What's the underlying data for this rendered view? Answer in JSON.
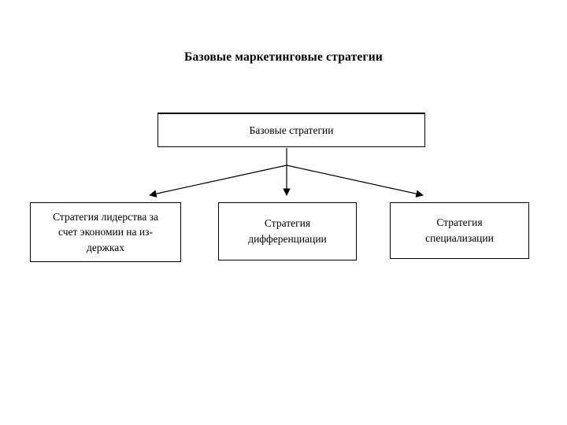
{
  "title": "Базовые маркетинговые стратегии",
  "diagram": {
    "root": {
      "label": "Базовые стратегии"
    },
    "children": [
      {
        "lines": [
          "Стратегия лидерства за",
          "счет экономии на из-",
          "держках"
        ]
      },
      {
        "lines": [
          "Стратегия",
          "дифференциации"
        ]
      },
      {
        "lines": [
          "Стратегия",
          "специализации"
        ]
      }
    ],
    "colors": {
      "line": "#000000",
      "box_border": "#000000",
      "background": "#ffffff"
    }
  }
}
